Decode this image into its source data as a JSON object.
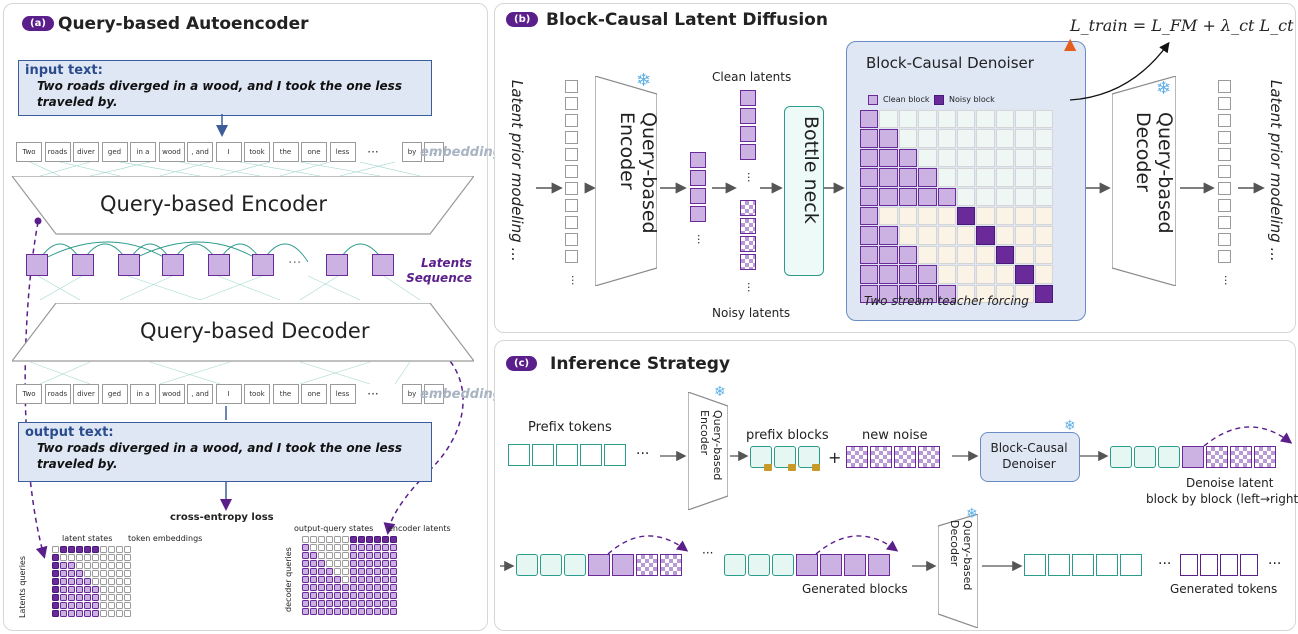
{
  "panel_a": {
    "badge": "(a)",
    "title": "Query-based Autoencoder",
    "input_header": "input text:",
    "input_text": "Two roads diverged in a wood, and I took the one less traveled by.",
    "tokens": [
      "Two",
      "roads",
      "diver",
      "ged",
      "in a",
      "wood",
      ", and",
      "I",
      "took",
      "the",
      "one",
      "less"
    ],
    "ellipsis": "···",
    "tokens_end": [
      "by",
      "."
    ],
    "embedding": "embedding",
    "encoder": "Query-based Encoder",
    "decoder": "Query-based Decoder",
    "latents_seq": "Latents Sequence",
    "output_header": "output text:",
    "output_text": "Two roads diverged in a wood, and I took the one less traveled by.",
    "loss": "cross-entropy loss",
    "latent_states": "latent states",
    "token_embeddings": "token embeddings",
    "latents_queries": "Latents queries",
    "output_query_states": "output-query states",
    "encoder_latents": "encoder latents",
    "decoder_queries": "decoder queries"
  },
  "panel_b": {
    "badge": "(b)",
    "title": "Block-Causal Latent Diffusion",
    "formula": "L_train = L_FM + λ_ct L_ct",
    "latent_prior_left": "Latent prior modeling ...",
    "latent_prior_right": "Latent prior modeling ...",
    "encoder": "Query-based Encoder",
    "clean_latents": "Clean latents",
    "noisy_latents": "Noisy latents",
    "bottleneck": "Bottle neck",
    "denoiser_title": "Block-Causal Denoiser",
    "clean_block": "Clean block",
    "noisy_block": "Noisy block",
    "teacher_forcing": "Two stream teacher forcing",
    "decoder": "Query-based Decoder"
  },
  "panel_c": {
    "badge": "(c)",
    "title": "Inference Strategy",
    "prefix_tokens": "Prefix tokens",
    "encoder": "Query-based Encoder",
    "prefix_blocks": "prefix blocks",
    "new_noise": "new noise",
    "denoiser": "Block-Causal Denoiser",
    "denoise_note_1": "Denoise latent",
    "denoise_note_2": "block by block (left→right)",
    "generated_blocks": "Generated blocks",
    "decoder": "Query-based Decoder",
    "generated_tokens": "Generated tokens"
  },
  "colors": {
    "purple_dark": "#5b1f8c",
    "purple_light": "#cbb2e3",
    "teal": "#2b9b8a",
    "blue_box": "#dfe7f5"
  }
}
